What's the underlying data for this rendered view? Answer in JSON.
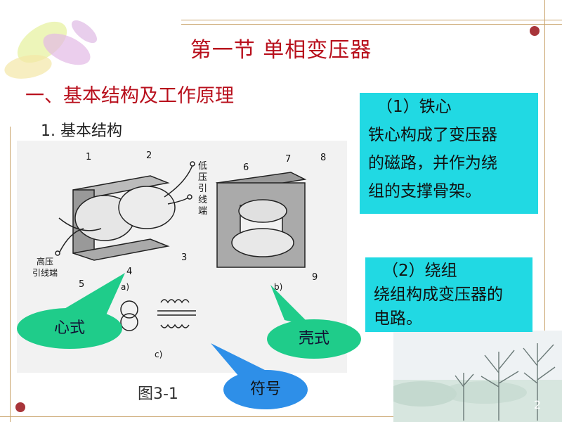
{
  "title": "第一节  单相变压器",
  "section_heading": "一、基本结构及工作原理",
  "subheading": "1. 基本结构",
  "box_core": {
    "title": "（1）铁心",
    "lines": [
      "铁心构成了变压器",
      "的磁路，并作为绕",
      "组的支撑骨架。"
    ]
  },
  "box_winding": {
    "title": "（2）绕组",
    "lines": [
      "绕组构成变压器的",
      "电路。"
    ]
  },
  "callouts": {
    "core_type": "心式",
    "shell_type": "壳式",
    "symbol": "符号"
  },
  "figure": {
    "caption": "图3-1",
    "low_voltage_lead": [
      "低",
      "压",
      "引",
      "线",
      "端"
    ],
    "high_voltage_lead_1": "高压",
    "high_voltage_lead_2": "引线端",
    "numbers": [
      "1",
      "2",
      "3",
      "4",
      "5",
      "6",
      "7",
      "8",
      "9"
    ],
    "sub_a": "a)",
    "sub_b": "b)",
    "sub_c": "c)"
  },
  "page_number": "2",
  "colors": {
    "title_red": "#b80f1c",
    "cyan_box": "#21d9e3",
    "callout_green": "#1fcc8a",
    "callout_blue": "#2e8fe8",
    "dot_red": "#a8353a"
  }
}
